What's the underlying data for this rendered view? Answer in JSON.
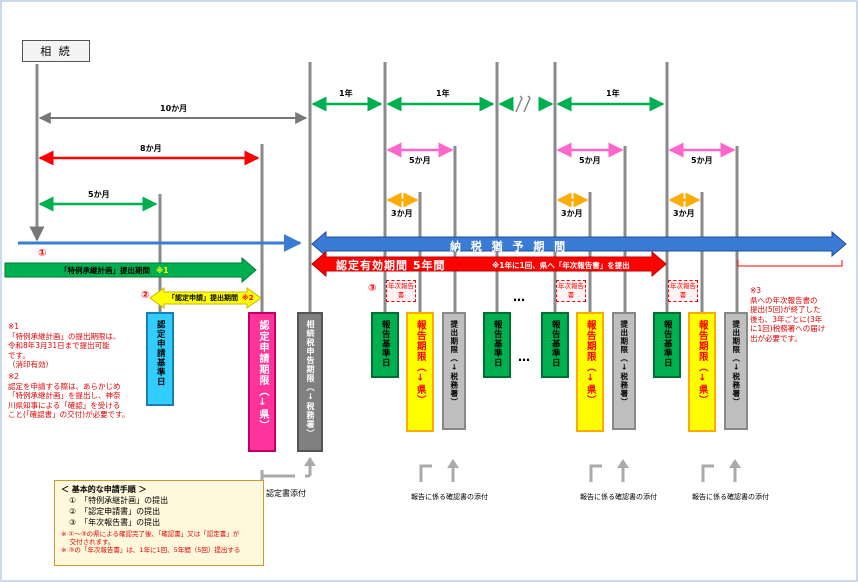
{
  "title": "相 続",
  "spans": {
    "ten_months": "10か月",
    "eight_months": "8か月",
    "five_months": "5か月",
    "one_year": "1年",
    "three_months": "3か月"
  },
  "circles": {
    "c1": "①",
    "c2": "②",
    "c3": "③"
  },
  "bars": {
    "plan_period": "「特例承継計画」提出期間",
    "plan_mark": "※1",
    "apply_period": "「認定申請」提出期間",
    "apply_mark": "※2",
    "tax_grace": "納 税 猶 予 期 間",
    "cert_valid": "認定有効期間 5年間",
    "cert_note": "※1年に1回、県へ「年次報告書」を提出"
  },
  "columns": {
    "apply_base": "認定申請基準日",
    "apply_deadline": "認定申請期限（↓県）",
    "inheritance_tax": "相続税申告期限（↓税務署）",
    "report_base": "報告基準日",
    "report_deadline": "報告期限（↓県）",
    "submit_deadline": "提出期限（↓税務署）",
    "annual_report": "年次報告書",
    "ellipsis": "…"
  },
  "notes": {
    "n1": "※1\n「特例承継計画」の提出期限は、\n令和8年3月31日まで提出可能\nです。\n（消印有効）",
    "n2": "※2\n認定を申請する際は、あらかじめ\n「特例承継計画」を提出し、神奈\n川県知事による「確認」を受ける\nこと(「確認書」の交付)が必要です。",
    "n3": "※3\n県への年次報告書の\n提出(5回)が終了した\n後も、3年ごとに(3年\nに1回)税務署への届け\n出が必要です。"
  },
  "attach": {
    "cert": "認定書添付",
    "report": "報告に係る確認書の添付"
  },
  "procedure": {
    "title": "＜ 基本的な申請手順 ＞",
    "steps": [
      "①　「特例承継計画」の提出",
      "②　「認定申請書」の提出",
      "③　「年次報告書」の提出"
    ],
    "note1": "※ ①～③の県による確認完了後、「確認書」又は「認定書」が\n　 交付されます。",
    "note2": "※ ③の「年次報告書」は、1年に1回、5年間（5回）提出する"
  },
  "colors": {
    "green": "#00b050",
    "red": "#ff0000",
    "blue": "#3a7bd5",
    "pink": "#ff66cc",
    "orange": "#ffaa00",
    "yellow": "#ffff00",
    "cyan": "#33ccff",
    "magenta": "#ff3399",
    "gray": "#bfbfbf"
  }
}
